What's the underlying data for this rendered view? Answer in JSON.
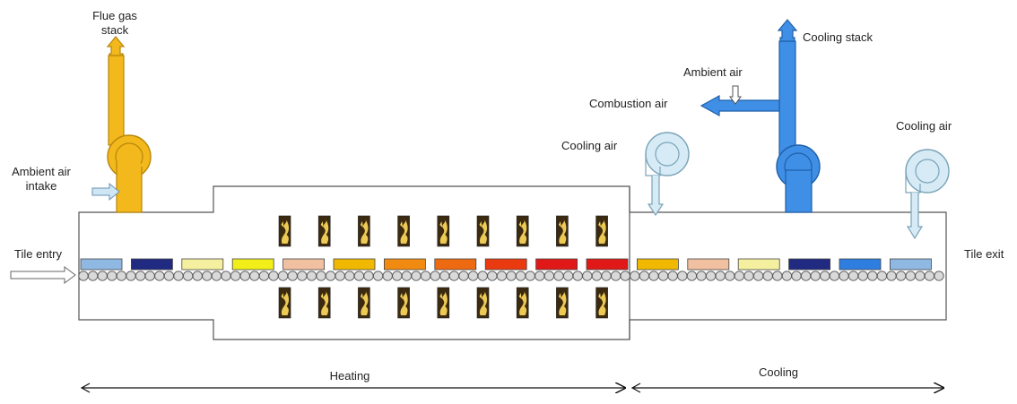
{
  "labels": {
    "flue_gas_stack_line1": "Flue gas",
    "flue_gas_stack_line2": "stack",
    "ambient_air_intake_line1": "Ambient air",
    "ambient_air_intake_line2": "intake",
    "tile_entry": "Tile entry",
    "tile_exit": "Tile exit",
    "cooling_stack": "Cooling stack",
    "ambient_air": "Ambient air",
    "combustion_air": "Combustion air",
    "cooling_air_left": "Cooling air",
    "cooling_air_right": "Cooling air",
    "heating": "Heating",
    "cooling": "Cooling"
  },
  "colors": {
    "flue_stack": "#f2b81c",
    "flue_stack_stroke": "#b8860b",
    "cooling_stack": "#3f8fe6",
    "cooling_stack_stroke": "#1f5fa8",
    "fan": "#d6ebf5",
    "fan_stroke": "#7aa3b8",
    "roller": "#d9d9d9",
    "roller_stroke": "#555555",
    "flame_bg": "#3b2a10",
    "flame": "#f5d35a"
  },
  "tiles": [
    {
      "color": "#8fb8e3"
    },
    {
      "color": "#1f2a80"
    },
    {
      "color": "#f4f0a0"
    },
    {
      "color": "#f2ee1a"
    },
    {
      "color": "#f0c0a0"
    },
    {
      "color": "#f0b800"
    },
    {
      "color": "#f08a10"
    },
    {
      "color": "#ee6a10"
    },
    {
      "color": "#ea3a10"
    },
    {
      "color": "#e01818"
    },
    {
      "color": "#e01818"
    },
    {
      "color": "#f0b800"
    },
    {
      "color": "#f0c0a0"
    },
    {
      "color": "#f4f0a0"
    },
    {
      "color": "#1f2a80"
    },
    {
      "color": "#2e7ee0"
    },
    {
      "color": "#8fb8e3"
    }
  ],
  "burner_count_per_row": 9
}
